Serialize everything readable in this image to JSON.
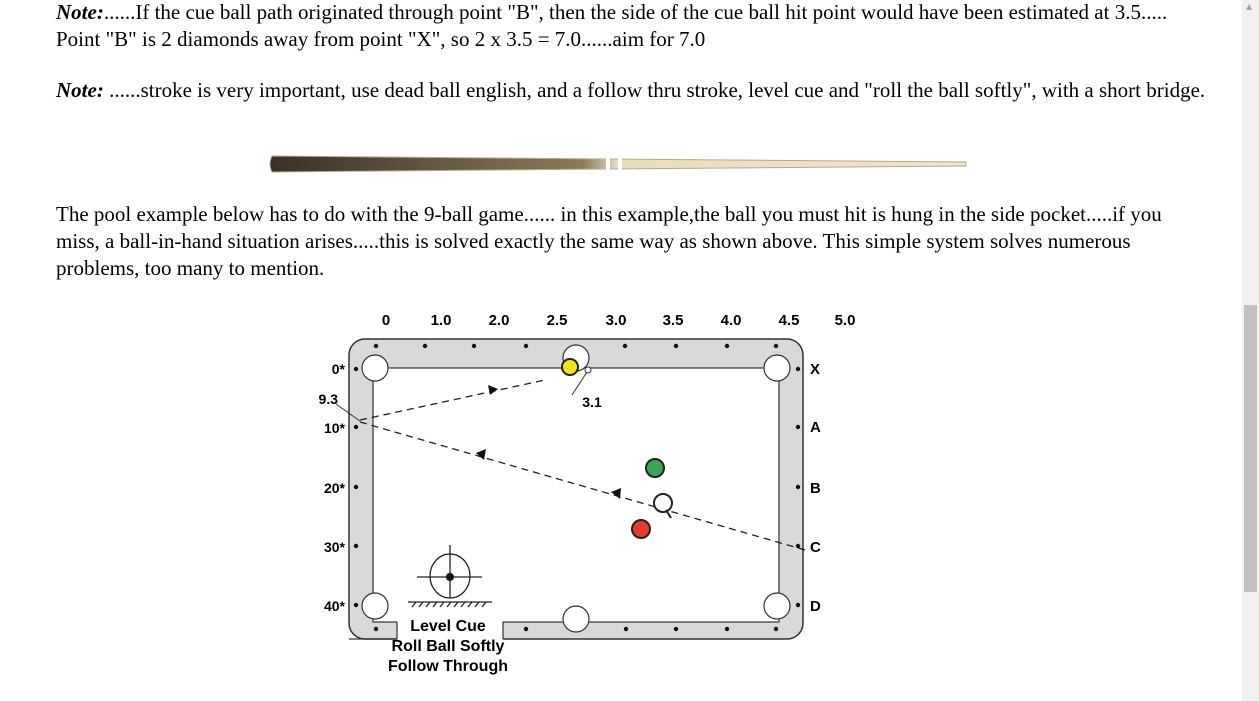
{
  "notes": [
    {
      "label": "Note:",
      "text": "......If the cue ball path originated through point \"B\", then the side of the cue ball hit point would have been estimated at 3.5..... Point \"B\" is 2 diamonds away from point \"X\", so 2 x 3.5 = 7.0......aim for 7.0"
    },
    {
      "label": "Note:",
      "text": " ......stroke is very important, use dead ball english, and a follow thru stroke, level cue and \"roll the ball softly\", with a short bridge."
    }
  ],
  "paragraph": "The pool example below has to do with the 9-ball game...... in this example,the ball you must hit is hung in the side pocket.....if you miss, a ball-in-hand situation arises.....this is solved exactly the same way as shown above. This simple system solves numerous problems, too many to mention.",
  "diagram": {
    "top_labels": [
      "0",
      "1.0",
      "2.0",
      "2.5",
      "3.0",
      "3.5",
      "4.0",
      "4.5",
      "5.0"
    ],
    "left_labels": [
      "0*",
      "9.3",
      "10*",
      "20*",
      "30*",
      "40*"
    ],
    "right_labels": [
      "X",
      "A",
      "B",
      "C",
      "D"
    ],
    "hit_label": "3.1",
    "caption": [
      "Level Cue",
      "Roll Ball Softly",
      "Follow Through"
    ],
    "colors": {
      "yellow": "#f2e21c",
      "green": "#3aa655",
      "red": "#e23b2e",
      "rail": "#d9d9d9"
    }
  }
}
